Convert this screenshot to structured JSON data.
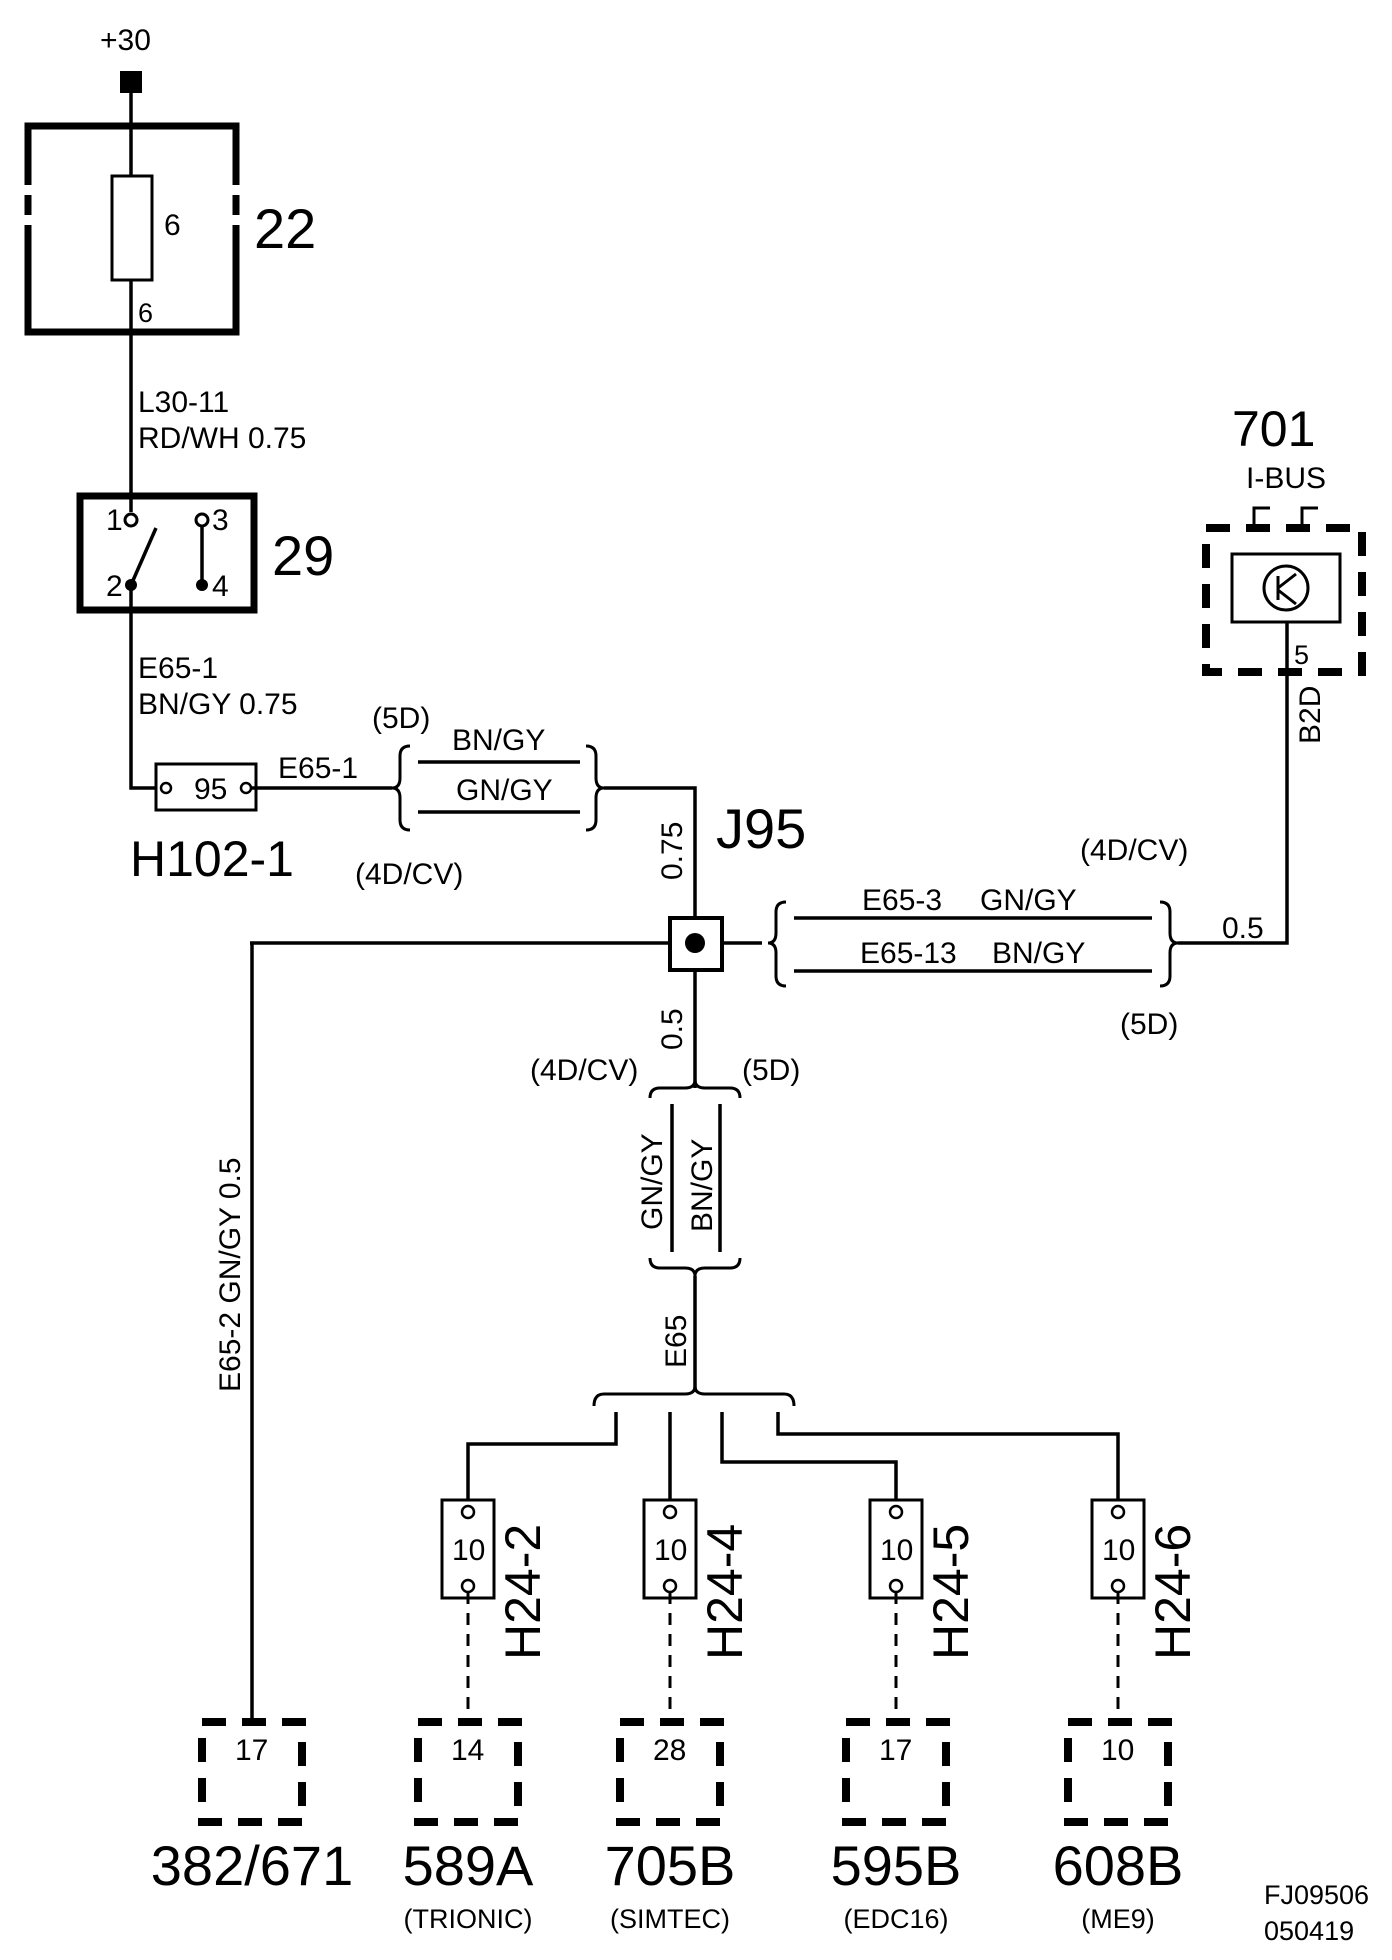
{
  "supply": {
    "label": "+30"
  },
  "fuse_box": {
    "id": "22",
    "fuse_number": "6",
    "pin": "6"
  },
  "wire_top": {
    "code": "L30-11",
    "spec": "RD/WH 0.75"
  },
  "switch": {
    "id": "29",
    "pins": [
      "1",
      "3",
      "2",
      "4"
    ]
  },
  "wire_switch_out": {
    "code": "E65-1",
    "spec": "BN/GY 0.75"
  },
  "connector_h102": {
    "id": "H102-1",
    "pin": "95",
    "wire": "E65-1"
  },
  "harness_top": {
    "variant_5d": "(5D)",
    "variant_4dcv": "(4D/CV)",
    "color_1": "BN/GY",
    "color_2": "GN/GY"
  },
  "junction": {
    "id": "J95",
    "gauge_top": "0.75",
    "gauge_bottom": "0.5"
  },
  "harness_right": {
    "variant_4dcv": "(4D/CV)",
    "variant_5d": "(5D)",
    "wire_1": "E65-3",
    "color_1": "GN/GY",
    "wire_2": "E65-13",
    "color_2": "BN/GY",
    "gauge": "0.5"
  },
  "ibus": {
    "id": "701",
    "label": "I-BUS",
    "pin": "5",
    "wire": "B2D"
  },
  "harness_bottom": {
    "variant_4dcv": "(4D/CV)",
    "variant_5d": "(5D)",
    "color_1": "GN/GY",
    "color_2": "BN/GY",
    "wire": "E65"
  },
  "left_wire": {
    "text": "E65-2  GN/GY  0.5"
  },
  "h24_connectors": [
    {
      "id": "H24-2",
      "pin": "10"
    },
    {
      "id": "H24-4",
      "pin": "10"
    },
    {
      "id": "H24-5",
      "pin": "10"
    },
    {
      "id": "H24-6",
      "pin": "10"
    }
  ],
  "modules": [
    {
      "id": "382/671",
      "pin": "17",
      "sub": ""
    },
    {
      "id": "589A",
      "pin": "14",
      "sub": "(TRIONIC)"
    },
    {
      "id": "705B",
      "pin": "28",
      "sub": "(SIMTEC)"
    },
    {
      "id": "595B",
      "pin": "17",
      "sub": "(EDC16)"
    },
    {
      "id": "608B",
      "pin": "10",
      "sub": "(ME9)"
    }
  ],
  "footer": {
    "code": "FJ09506",
    "date": "050419"
  }
}
